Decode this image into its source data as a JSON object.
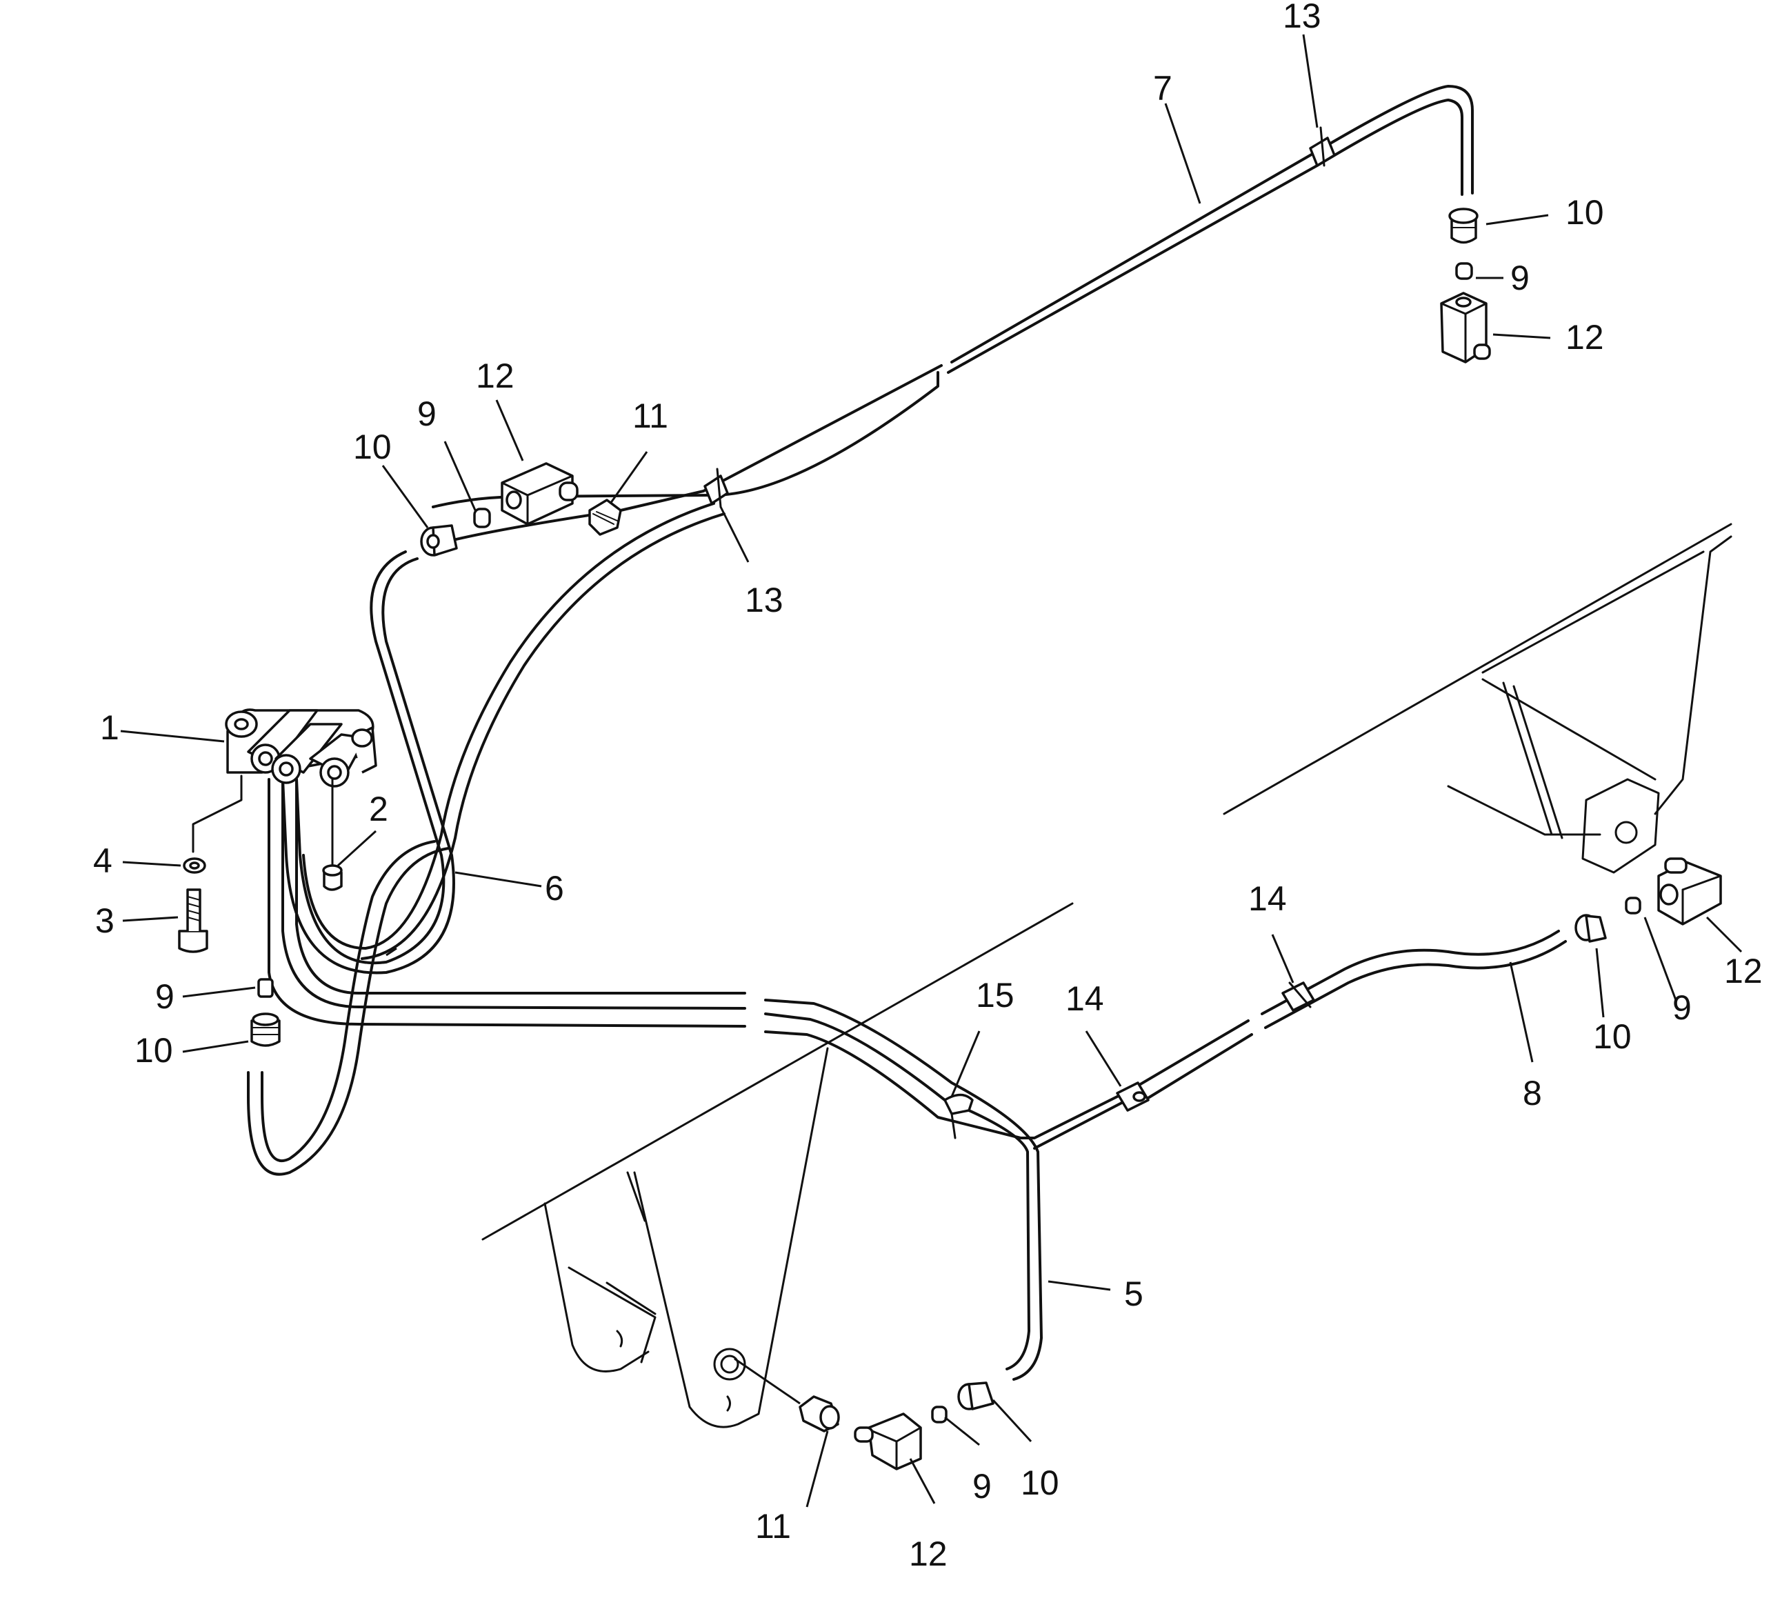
{
  "callouts": {
    "c1": "1",
    "c2": "2",
    "c3": "3",
    "c4": "4",
    "c5": "5",
    "c6": "6",
    "c7": "7",
    "c8": "8",
    "c9a": "9",
    "c9b": "9",
    "c9c": "9",
    "c9d": "9",
    "c9e": "9",
    "c10a": "10",
    "c10b": "10",
    "c10c": "10",
    "c10d": "10",
    "c10e": "10",
    "c11a": "11",
    "c11b": "11",
    "c12a": "12",
    "c12b": "12",
    "c12c": "12",
    "c12d": "12",
    "c13a": "13",
    "c13b": "13",
    "c14a": "14",
    "c14b": "14",
    "c15": "15"
  }
}
